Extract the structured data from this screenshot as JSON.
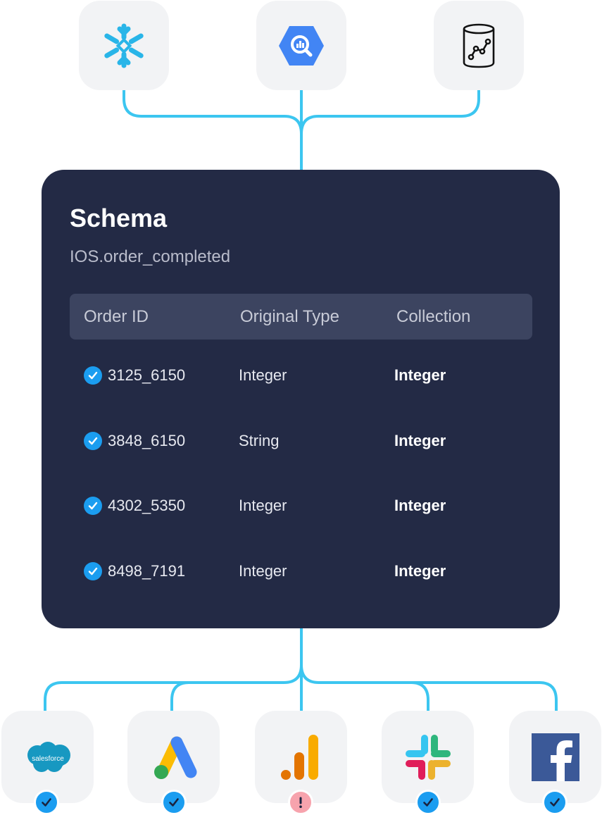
{
  "sources": [
    {
      "name": "Snowflake",
      "icon": "snowflake-icon"
    },
    {
      "name": "BigQuery",
      "icon": "bigquery-icon"
    },
    {
      "name": "Data warehouse",
      "icon": "database-chart-icon"
    }
  ],
  "schema": {
    "title": "Schema",
    "event": "IOS.order_completed",
    "columns": [
      "Order ID",
      "Original Type",
      "Collection"
    ],
    "rows": [
      {
        "order_id": "3125_6150",
        "original_type": "Integer",
        "collection": "Integer",
        "status": "valid"
      },
      {
        "order_id": "3848_6150",
        "original_type": "String",
        "collection": "Integer",
        "status": "valid"
      },
      {
        "order_id": "4302_5350",
        "original_type": "Integer",
        "collection": "Integer",
        "status": "valid"
      },
      {
        "order_id": "8498_7191",
        "original_type": "Integer",
        "collection": "Integer",
        "status": "valid"
      }
    ]
  },
  "destinations": [
    {
      "name": "Salesforce",
      "logo_text": "salesforce",
      "icon": "salesforce-icon",
      "status": "ok"
    },
    {
      "name": "Google Ads",
      "icon": "google-ads-icon",
      "status": "ok"
    },
    {
      "name": "Google Analytics",
      "icon": "google-analytics-icon",
      "status": "warning"
    },
    {
      "name": "Slack",
      "icon": "slack-icon",
      "status": "ok"
    },
    {
      "name": "Facebook",
      "icon": "facebook-icon",
      "status": "ok"
    }
  ],
  "colors": {
    "connector": "#3cc6f0",
    "card_background": "#232a45",
    "header_background": "#3c4460",
    "tile_background": "#f2f3f5",
    "check_blue": "#1b9df0",
    "warning_pink": "#f7a3ad"
  }
}
